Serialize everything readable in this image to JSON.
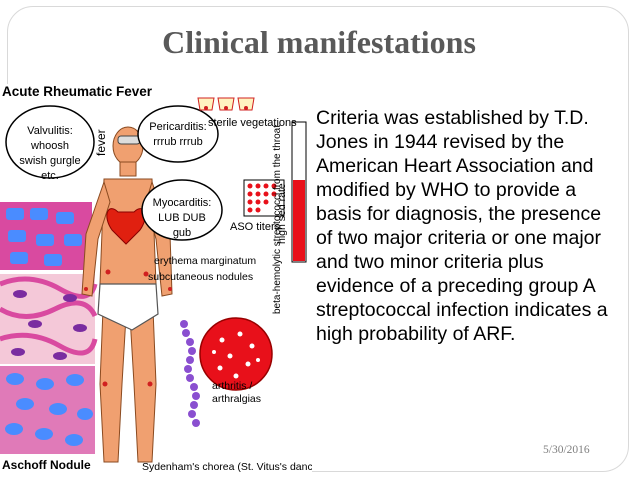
{
  "slide": {
    "title": "Clinical manifestations",
    "body": "Criteria was established by T.D. Jones in 1944 revised by the American Heart Association and modified by WHO to provide a basis for diagnosis, the presence of two major criteria or one major and two minor criteria plus evidence of a preceding group A streptococcal infection indicates a high probability of ARF.",
    "date": "5/30/2016"
  },
  "illustration": {
    "heading": "Acute Rheumatic Fever",
    "valvulitis_title": "Valvulitis:",
    "valvulitis_sound": "whoosh swish gurgle etc.",
    "pericarditis_title": "Pericarditis:",
    "pericarditis_sound": "rrrub rrrub",
    "myocarditis_title": "Myocarditis:",
    "myocarditis_sound": "LUB DUB gub",
    "fever": "fever",
    "sterile_vegetations": "sterile vegetations",
    "high_sed_rate": "high sed rate",
    "aso_titers": "ASO titers",
    "erythema": "erythema marginatum",
    "subcutaneous": "subcutaneous nodules",
    "beta_hemolytic": "beta-hemolytic streptococci from the throat",
    "arthritis": "arthritis / arthralgias",
    "aschoff": "Aschoff Nodule",
    "sydenham": "Sydenham's chorea (St. Vitus's dance)"
  },
  "colors": {
    "title": "#595959",
    "skin": "#f0a070",
    "heart": "#e02010",
    "tissue": "#d94aa0",
    "cell": "#4a8cff",
    "bead": "#8a4fd0",
    "blood": "#e8101a"
  }
}
